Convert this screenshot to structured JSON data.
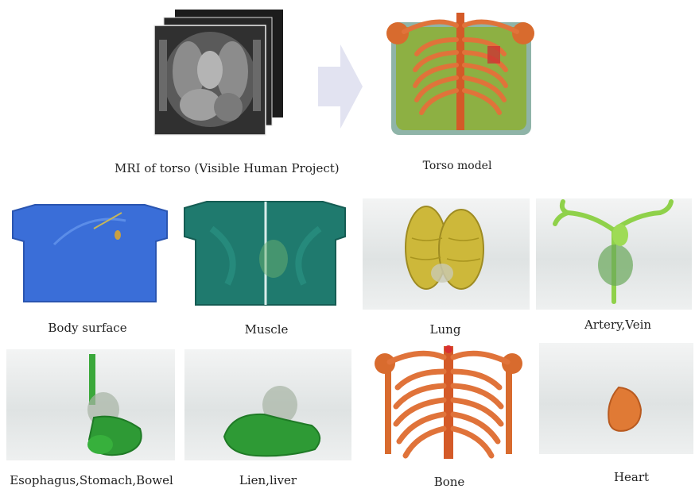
{
  "top": {
    "mri_caption": "MRI of torso (Visible Human Project)",
    "model_caption": "Torso model"
  },
  "panels": [
    {
      "label": "Body surface",
      "color": "#3d6fd6"
    },
    {
      "label": "Muscle",
      "color": "#1f7a6e"
    },
    {
      "label": "Lung",
      "color": "#c9b43a"
    },
    {
      "label": "Artery,Vein",
      "color": "#8fd14a"
    },
    {
      "label": "Esophagus,Stomach,Bowel",
      "color": "#3aa83a"
    },
    {
      "label": "Lien,liver",
      "color": "#2e9a35"
    },
    {
      "label": "Bone",
      "color": "#d86a30"
    },
    {
      "label": "Heart",
      "color": "#e07a35"
    }
  ],
  "colors": {
    "arrow": "#e3e4f2",
    "bone": "#e0783a",
    "background_tissue": "#8ab04a"
  }
}
